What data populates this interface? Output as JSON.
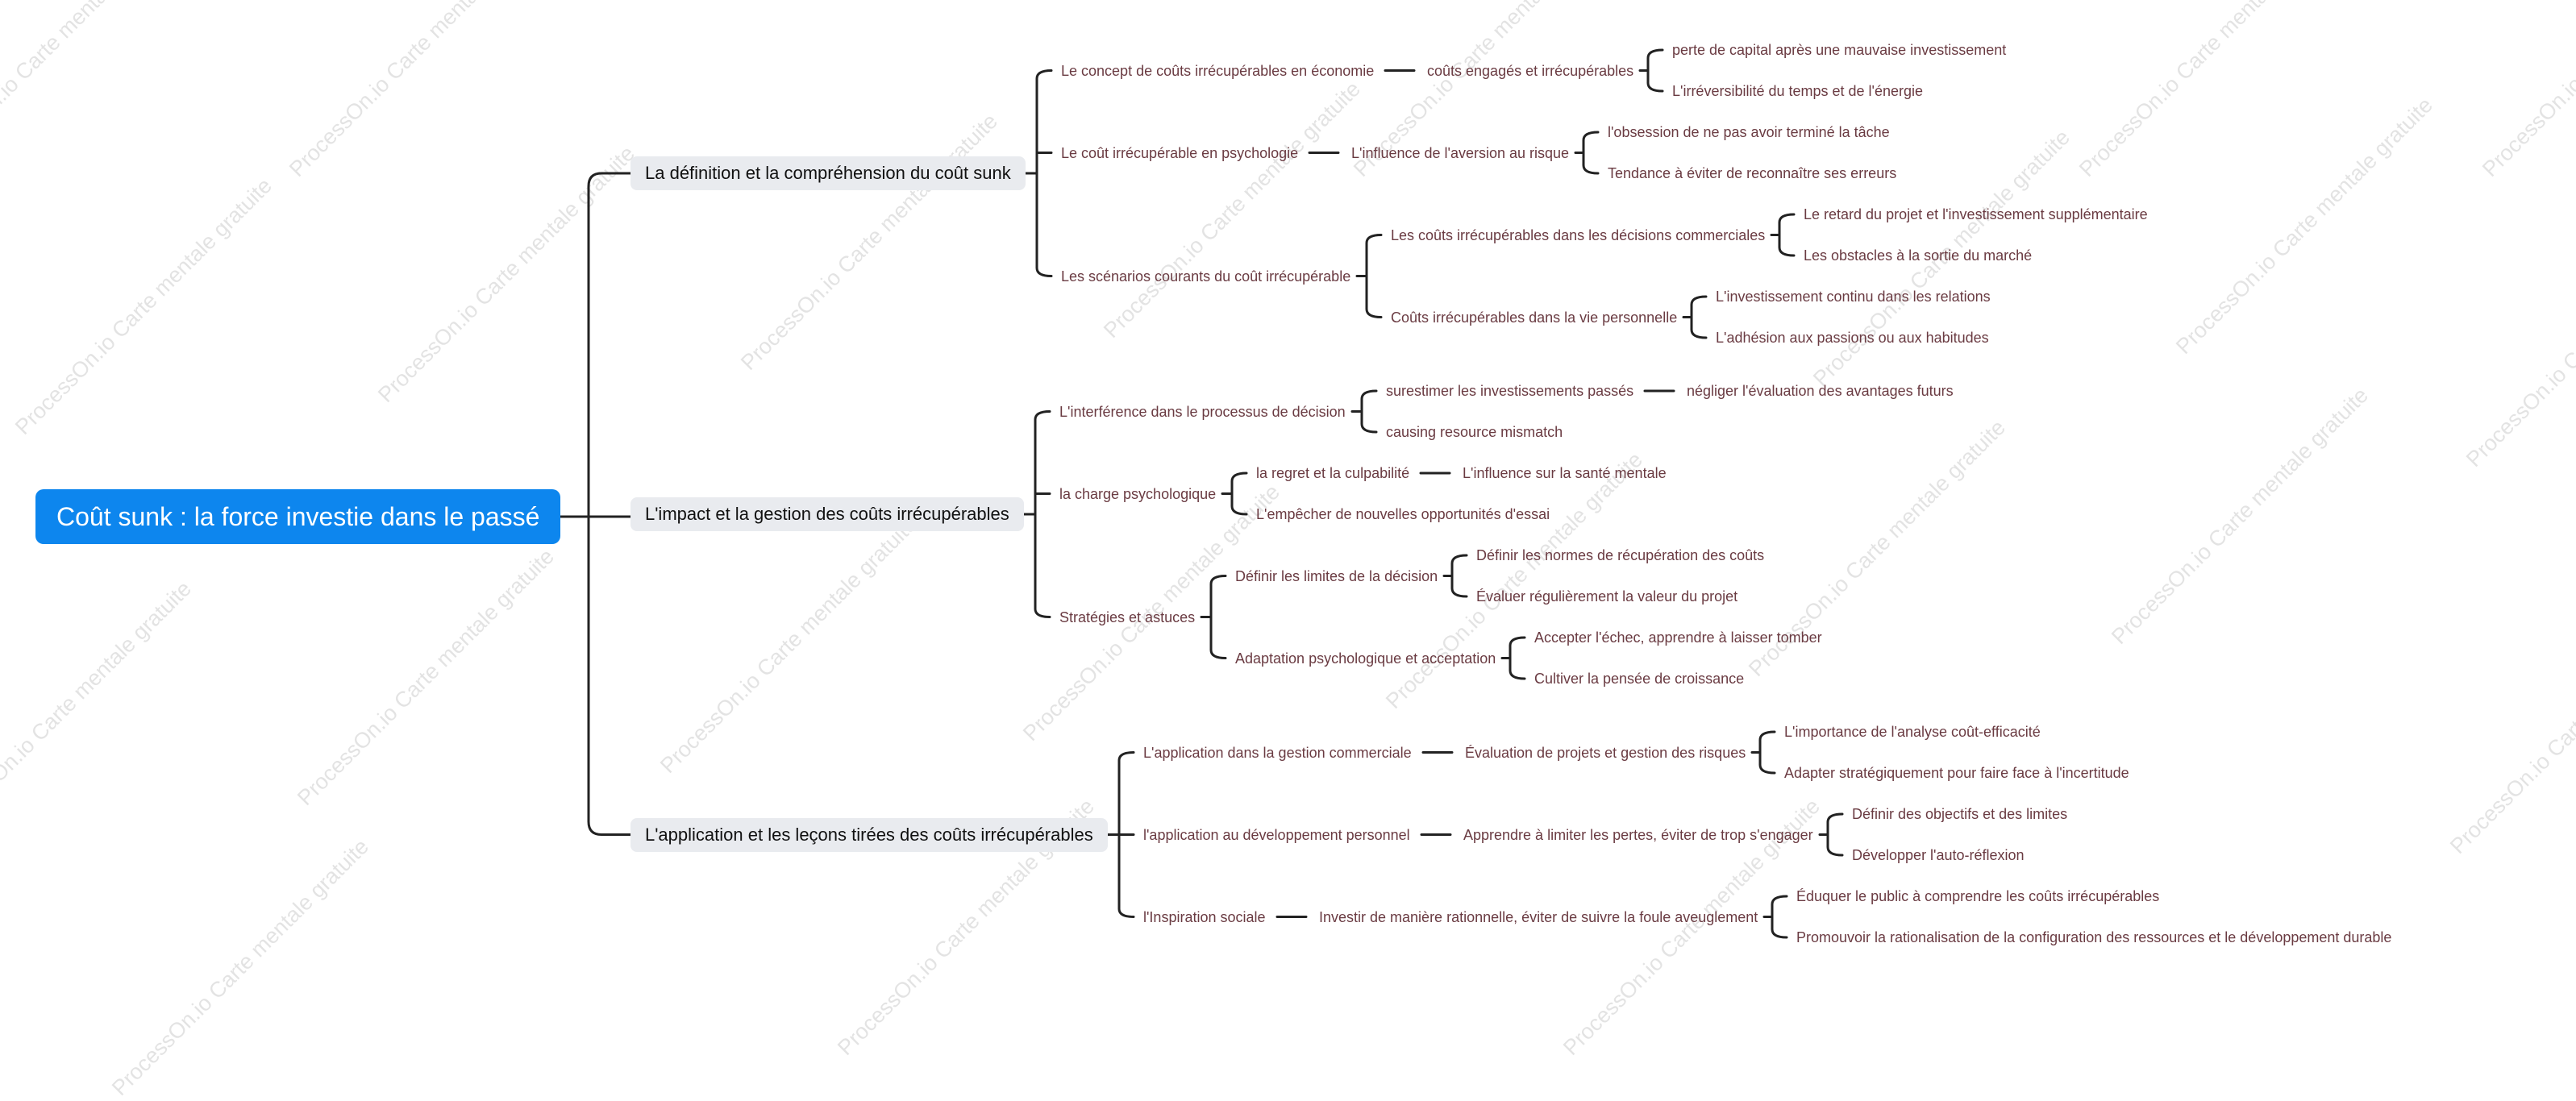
{
  "watermark": {
    "items": [
      "ProcessOn.io Carte mentale gratuite",
      "ProcessOn.io Carte mentale gratuite",
      "ProcessOn.io Carte mentale gratuite",
      "ProcessOn.io Carte mentale gratuite",
      "ProcessOn.io Carte mentale gratuite",
      "ProcessOn.io Carte mentale gratuite",
      "ProcessOn.io Carte mentale gratuite",
      "ProcessOn.io Carte mentale gratuite",
      "ProcessOn.io Carte mentale gratuite",
      "ProcessOn.io Carte mentale gratuite",
      "ProcessOn.io Carte mentale gratuite",
      "ProcessOn.io Carte mentale gratuite",
      "ProcessOn.io Carte mentale gratuite",
      "ProcessOn.io Carte mentale gratuite",
      "ProcessOn.io Carte mentale gratuite",
      "ProcessOn.io Carte mentale gratuite",
      "ProcessOn.io Carte mentale gratuite",
      "ProcessOn.io Carte mentale gratuite",
      "ProcessOn.io Carte mentale gratuite",
      "ProcessOn.io Carte mentale gratuite",
      "ProcessOn.io Carte mentale gratuite",
      "ProcessOn.io Carte mentale gratuite",
      "ProcessOn.io Carte mentale gratuite"
    ]
  },
  "colors": {
    "root_bg": "#0d86ee",
    "root_text": "#ffffff",
    "branch_bg": "#e9ebef",
    "branch_text": "#111111",
    "leaf_text": "#6a3b42",
    "line": "#222222"
  },
  "mindmap": {
    "root": "Coût sunk : la force investie dans le passé",
    "branches": [
      {
        "label": "La définition et la compréhension du coût sunk",
        "children": [
          {
            "label": "Le concept de coûts irrécupérables en économie",
            "children": [
              {
                "label": "coûts engagés et irrécupérables",
                "children": [
                  {
                    "label": "perte de capital après une mauvaise investissement"
                  },
                  {
                    "label": "L'irréversibilité du temps et de l'énergie"
                  }
                ]
              }
            ]
          },
          {
            "label": "Le coût irrécupérable en psychologie",
            "children": [
              {
                "label": "L'influence de l'aversion au risque",
                "children": [
                  {
                    "label": "l'obsession de ne pas avoir terminé la tâche"
                  },
                  {
                    "label": "Tendance à éviter de reconnaître ses erreurs"
                  }
                ]
              }
            ]
          },
          {
            "label": "Les scénarios courants du coût irrécupérable",
            "children": [
              {
                "label": "Les coûts irrécupérables dans les décisions commerciales",
                "children": [
                  {
                    "label": "Le retard du projet et l'investissement supplémentaire"
                  },
                  {
                    "label": "Les obstacles à la sortie du marché"
                  }
                ]
              },
              {
                "label": "Coûts irrécupérables dans la vie personnelle",
                "children": [
                  {
                    "label": "L'investissement continu dans les relations"
                  },
                  {
                    "label": "L'adhésion aux passions ou aux habitudes"
                  }
                ]
              }
            ]
          }
        ]
      },
      {
        "label": "L'impact et la gestion des coûts irrécupérables",
        "children": [
          {
            "label": "L'interférence dans le processus de décision",
            "children": [
              {
                "label": "surestimer les investissements passés",
                "children": [
                  {
                    "label": "négliger l'évaluation des avantages futurs"
                  }
                ]
              },
              {
                "label": "causing resource mismatch"
              }
            ]
          },
          {
            "label": "la charge psychologique",
            "children": [
              {
                "label": "la regret et la culpabilité",
                "children": [
                  {
                    "label": "L'influence sur la santé mentale"
                  }
                ]
              },
              {
                "label": "L'empêcher de nouvelles opportunités d'essai"
              }
            ]
          },
          {
            "label": "Stratégies et astuces",
            "children": [
              {
                "label": "Définir les limites de la décision",
                "children": [
                  {
                    "label": "Définir les normes de récupération des coûts"
                  },
                  {
                    "label": "Évaluer régulièrement la valeur du projet"
                  }
                ]
              },
              {
                "label": "Adaptation psychologique et acceptation",
                "children": [
                  {
                    "label": "Accepter l'échec, apprendre à laisser tomber"
                  },
                  {
                    "label": "Cultiver la pensée de croissance"
                  }
                ]
              }
            ]
          }
        ]
      },
      {
        "label": "L'application et les leçons tirées des coûts irrécupérables",
        "children": [
          {
            "label": "L'application dans la gestion commerciale",
            "children": [
              {
                "label": "Évaluation de projets et gestion des risques",
                "children": [
                  {
                    "label": "L'importance de l'analyse coût-efficacité"
                  },
                  {
                    "label": "Adapter stratégiquement pour faire face à l'incertitude"
                  }
                ]
              }
            ]
          },
          {
            "label": "l'application au développement personnel",
            "children": [
              {
                "label": "Apprendre à limiter les pertes, éviter de trop s'engager",
                "children": [
                  {
                    "label": "Définir des objectifs et des limites"
                  },
                  {
                    "label": "Développer l'auto-réflexion"
                  }
                ]
              }
            ]
          },
          {
            "label": "l'Inspiration sociale",
            "children": [
              {
                "label": "Investir de manière rationnelle, éviter de suivre la foule aveuglement",
                "children": [
                  {
                    "label": "Éduquer le public à comprendre les coûts irrécupérables"
                  },
                  {
                    "label": "Promouvoir la rationalisation de la configuration des ressources et le développement durable"
                  }
                ]
              }
            ]
          }
        ]
      }
    ]
  }
}
